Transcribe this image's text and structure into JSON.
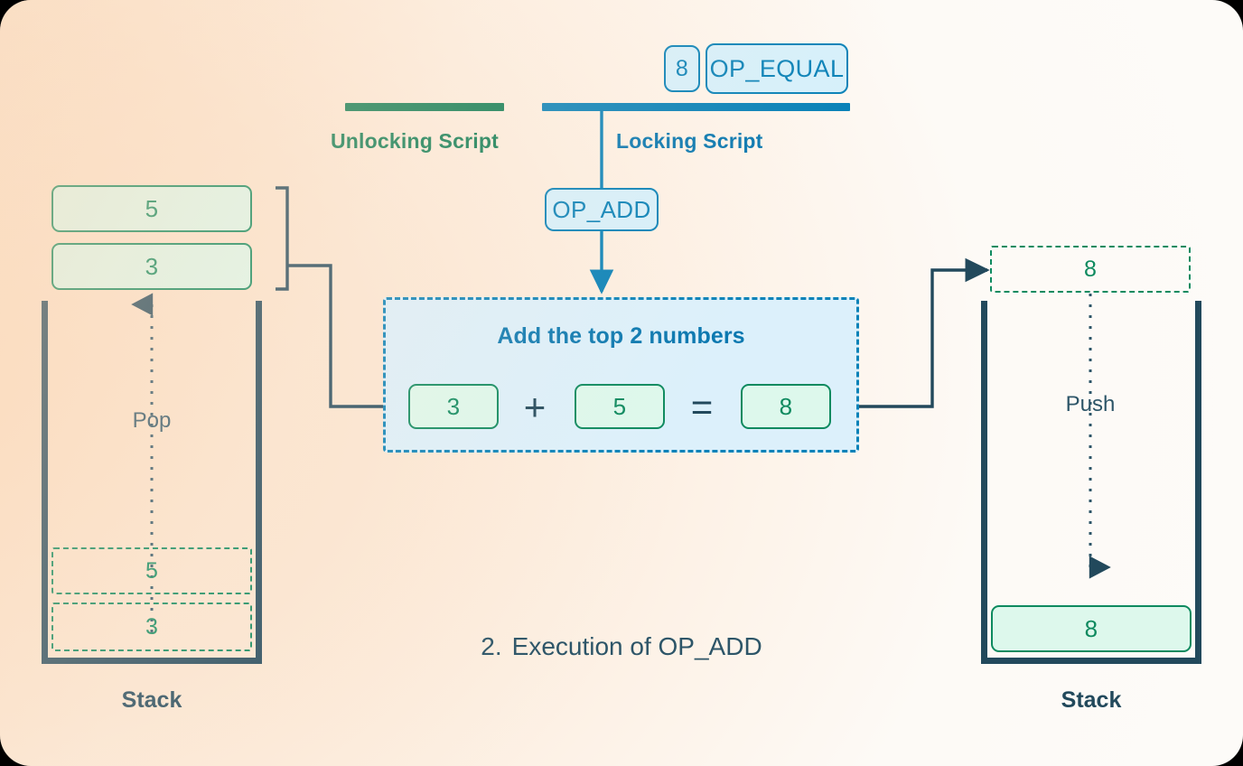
{
  "theme": {
    "green": "#0e8a5f",
    "green_dark": "#0f7d54",
    "blue": "#0a82b8",
    "blue_dark": "#0a78b0",
    "navy": "#22495c",
    "green_fill": "#ddf8ec",
    "blue_fill": "#d6f0fb",
    "bg_peach": "#fbe6d2",
    "bg_white": "#fdfbf8"
  },
  "scripts": {
    "unlocking": {
      "label": "Unlocking Script"
    },
    "locking": {
      "label": "Locking Script",
      "tokens": [
        {
          "text": "8"
        },
        {
          "text": "OP_EQUAL"
        }
      ],
      "active_op": "OP_ADD"
    }
  },
  "left_stack": {
    "caption": "Stack",
    "popped_items": [
      {
        "value": "5"
      },
      {
        "value": "3"
      }
    ],
    "flow_label": "Pop",
    "ghost_items": [
      {
        "value": "5"
      },
      {
        "value": "3"
      }
    ]
  },
  "compute": {
    "title": "Add the top 2 numbers",
    "operand_a": "3",
    "plus": "+",
    "operand_b": "5",
    "equals": "=",
    "result": "8"
  },
  "right_stack": {
    "caption": "Stack",
    "incoming_item": {
      "value": "8"
    },
    "flow_label": "Push",
    "pushed_items": [
      {
        "value": "8"
      }
    ]
  },
  "step_caption": {
    "number": "2.",
    "text": "Execution of OP_ADD"
  }
}
